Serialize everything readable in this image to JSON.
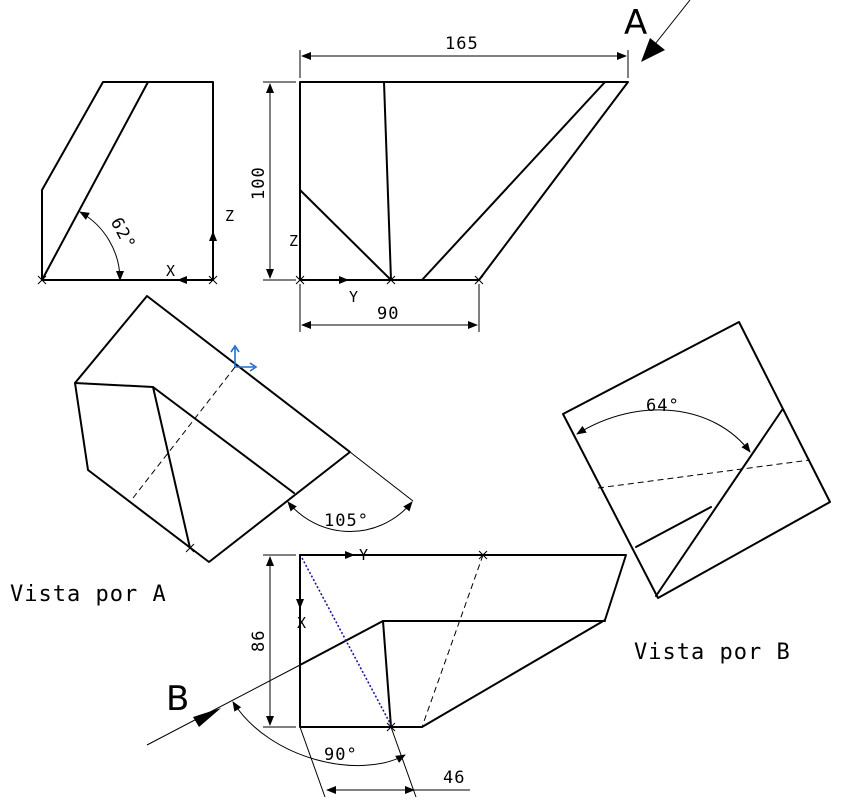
{
  "markers": {
    "view_a": "A",
    "view_b": "B"
  },
  "captions": {
    "view_a": "Vista por A",
    "view_b": "Vista por  B"
  },
  "dimensions": {
    "width_top": "165",
    "height_front": "100",
    "base_front": "90",
    "angle_side": "62°",
    "angle_iso": "105°",
    "angle_view_b": "64°",
    "height_plan": "86",
    "angle_plan": "90°",
    "offset_plan": "46"
  },
  "axes": {
    "side_z": "Z",
    "side_x": "X",
    "front_z": "Z",
    "front_y": "Y",
    "plan_y": "Y",
    "plan_x": "X"
  },
  "colors": {
    "line": "#000000",
    "iso_axis": "#1f6fd1",
    "hidden_edge": "#1a1aa0"
  }
}
